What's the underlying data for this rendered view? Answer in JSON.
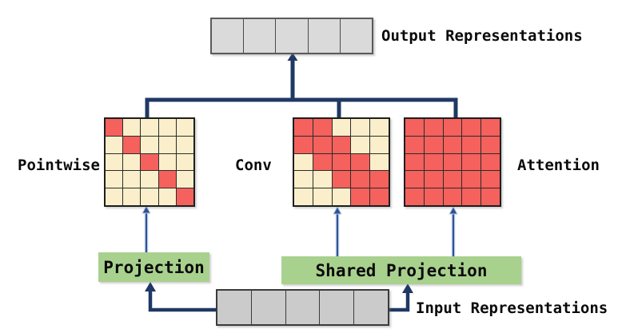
{
  "colors": {
    "red": "#F5615C",
    "cream": "#FBEFCB",
    "green": "#A9D18E",
    "gray_light": "#DADADA",
    "gray_dark": "#CBCBCB",
    "arrow_dark": "#1F3864",
    "arrow_thin": "#2E5395",
    "arrow_halo": "#B7C9E8"
  },
  "output": {
    "label": "Output Representations",
    "cell_count": 5
  },
  "input": {
    "label": "Input Representations",
    "cell_count": 5
  },
  "matrices": [
    {
      "label": "Pointwise",
      "grid_size": 5,
      "pattern": [
        [
          1,
          0,
          0,
          0,
          0
        ],
        [
          0,
          1,
          0,
          0,
          0
        ],
        [
          0,
          0,
          1,
          0,
          0
        ],
        [
          0,
          0,
          0,
          1,
          0
        ],
        [
          0,
          0,
          0,
          0,
          1
        ]
      ]
    },
    {
      "label": "Conv",
      "grid_size": 5,
      "pattern": [
        [
          1,
          1,
          0,
          0,
          0
        ],
        [
          1,
          1,
          1,
          0,
          0
        ],
        [
          0,
          1,
          1,
          1,
          0
        ],
        [
          0,
          0,
          1,
          1,
          1
        ],
        [
          0,
          0,
          0,
          1,
          1
        ]
      ]
    },
    {
      "label": "Attention",
      "grid_size": 5,
      "pattern": [
        [
          1,
          1,
          1,
          1,
          1
        ],
        [
          1,
          1,
          1,
          1,
          1
        ],
        [
          1,
          1,
          1,
          1,
          1
        ],
        [
          1,
          1,
          1,
          1,
          1
        ],
        [
          1,
          1,
          1,
          1,
          1
        ]
      ]
    }
  ],
  "projections": {
    "single": {
      "label": "Projection"
    },
    "shared": {
      "label": "Shared Projection"
    }
  }
}
